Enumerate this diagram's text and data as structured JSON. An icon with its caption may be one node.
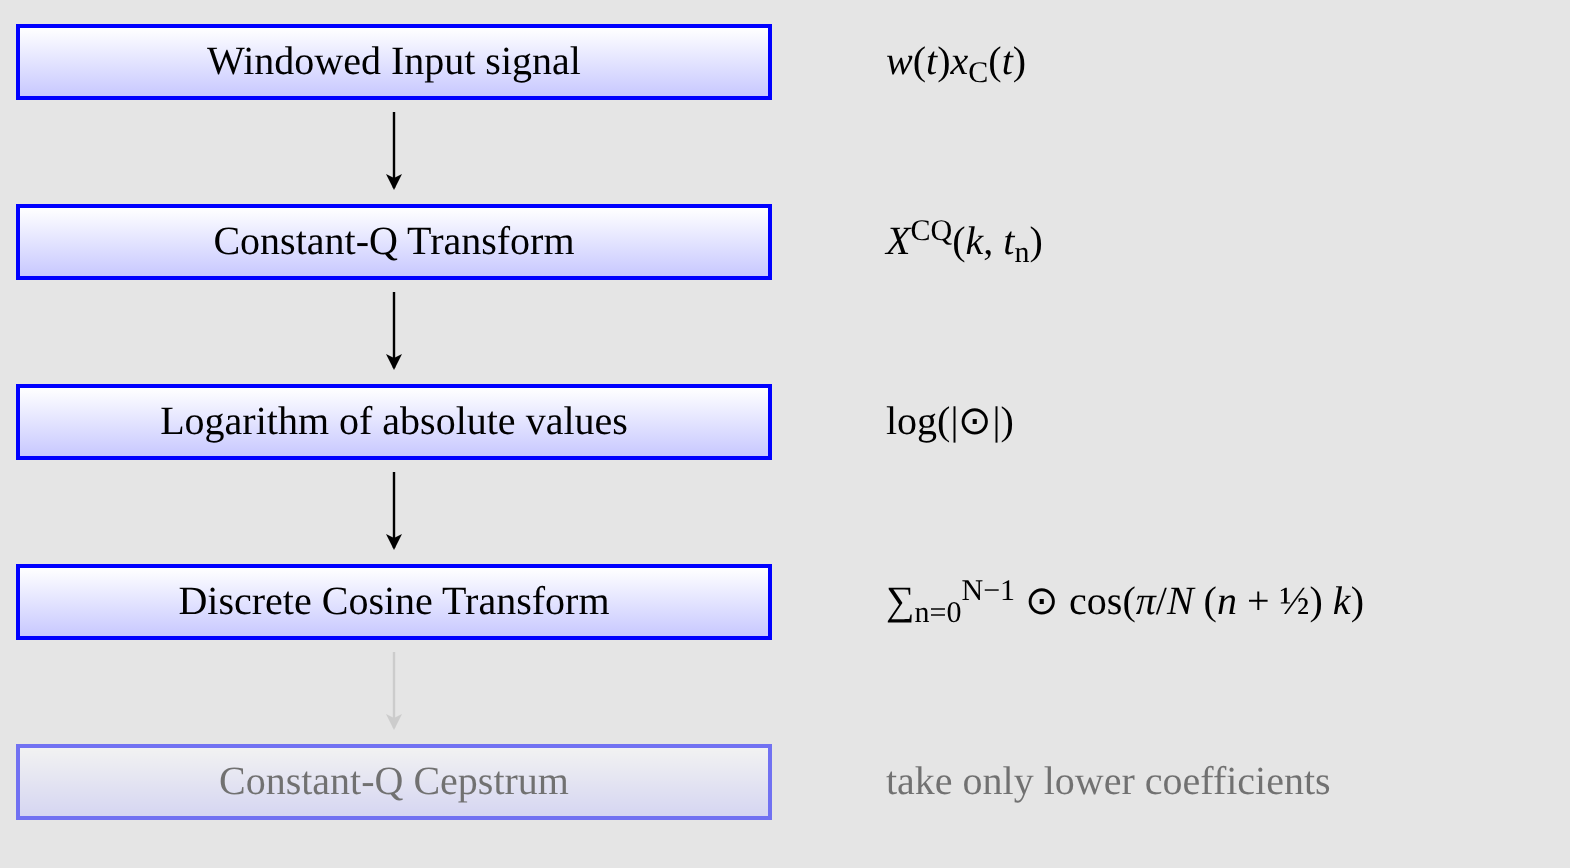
{
  "diagram": {
    "nodes": [
      {
        "text": [
          "Windowed Input signal"
        ],
        "beside": [
          "*w*(*t*)*x*$_{C}$(*t*)"
        ]
      },
      {
        "text": [
          "Constant-Q Transform"
        ],
        "beside": [
          "*X*$^{CQ}$(*k*, *t*$_{n}$)"
        ]
      },
      {
        "text": [
          "Logarithm of absolute values"
        ],
        "beside": [
          "log(|⊙|)"
        ]
      },
      {
        "text": [
          "Discrete Cosine Transform"
        ],
        "beside": [
          "∑$_{n=0}$$^{N−1}$ ⊙ cos(*π*/*N* (*n* + ½) *k*)"
        ]
      },
      {
        "text": [
          "Constant-Q Cepstrum"
        ],
        "beside": [
          "take only lower coefficients"
        ]
      }
    ],
    "edges": [
      {
        "from": 0,
        "to": 1,
        "arrow": "to"
      },
      {
        "from": 1,
        "to": 2,
        "arrow": "to"
      },
      {
        "from": 2,
        "to": 3,
        "arrow": "to"
      },
      {
        "from": 3,
        "to": 4,
        "arrow": "to",
        "color": "#cccccc"
      }
    ]
  }
}
